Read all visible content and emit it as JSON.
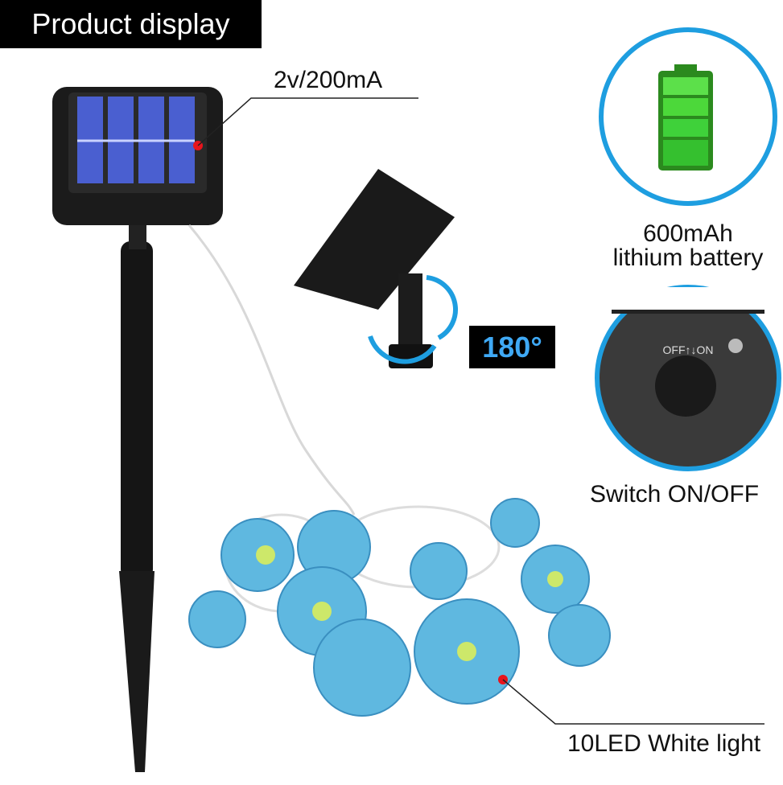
{
  "title": "Product display",
  "labels": {
    "panel_spec": "2v/200mA",
    "battery_line1": "600mAh",
    "battery_line2": "lithium battery",
    "rotation": "180°",
    "switch_caption": "Switch ON/OFF",
    "switch_marking": "OFF↑↓ON",
    "led": "10LED White light"
  },
  "colors": {
    "accent_blue": "#1e9ee0",
    "marker_red": "#e8141c",
    "battery_green": "#3fd13a",
    "flower_blue": "#5fb8e0"
  }
}
